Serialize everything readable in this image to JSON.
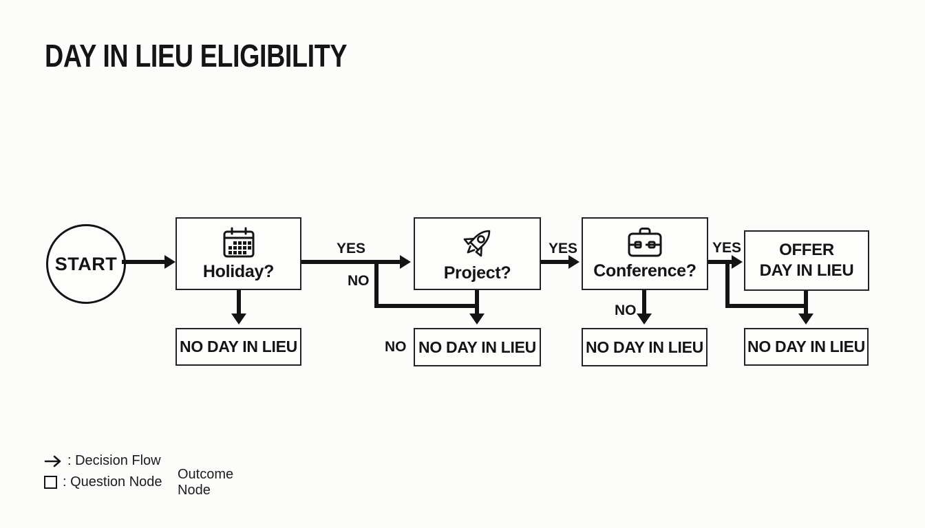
{
  "title": "DAY IN LIEU ELIGIBILITY",
  "start": {
    "label": "START"
  },
  "nodes": {
    "holiday": {
      "label": "Holiday?",
      "icon": "calendar-icon"
    },
    "project": {
      "label": "Project?",
      "icon": "rocket-icon"
    },
    "conference": {
      "label": "Conference?",
      "icon": "briefcase-icon"
    },
    "offer": {
      "line1": "OFFER",
      "line2": "DAY IN LIEU"
    }
  },
  "outcomes": {
    "items": [
      "NO DAY IN LIEU",
      "NO DAY IN LIEU",
      "NO DAY IN LIEU",
      "NO DAY IN LIEU"
    ]
  },
  "edge_labels": {
    "holiday_yes": "YES",
    "holiday_no_top": "NO",
    "holiday_no_side": "NO",
    "project_yes": "YES",
    "conference_no": "NO",
    "conference_yes": "YES"
  },
  "legend": {
    "decision_flow": ": Decision Flow",
    "question_node": ": Question Node",
    "outcome_node": "Outcome Node",
    "icons": [
      "arrow-icon",
      "square-outline-icon",
      "filled-circle-icon"
    ]
  },
  "colors": {
    "ink": "#141414",
    "background": "#fcfcfa"
  }
}
